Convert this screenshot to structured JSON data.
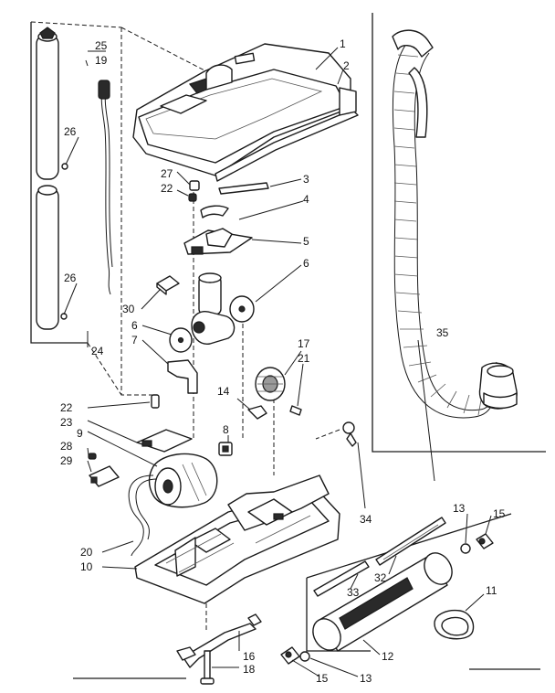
{
  "diagram": {
    "callouts": {
      "c1": "1",
      "c2": "2",
      "c3": "3",
      "c4": "4",
      "c5": "5",
      "c6a": "6",
      "c6b": "6",
      "c7": "7",
      "c8": "8",
      "c9": "9",
      "c10": "10",
      "c11": "11",
      "c12": "12",
      "c13a": "13",
      "c13b": "13",
      "c14": "14",
      "c15a": "15",
      "c15b": "15",
      "c16": "16",
      "c17": "17",
      "c18": "18",
      "c19": "19",
      "c20": "20",
      "c21": "21",
      "c22a": "22",
      "c22b": "22",
      "c23": "23",
      "c24": "24",
      "c25": "25",
      "c26a": "26",
      "c26b": "26",
      "c27": "27",
      "c28": "28",
      "c29": "29",
      "c30": "30",
      "c32": "32",
      "c33": "33",
      "c34": "34",
      "c35": "35"
    }
  }
}
